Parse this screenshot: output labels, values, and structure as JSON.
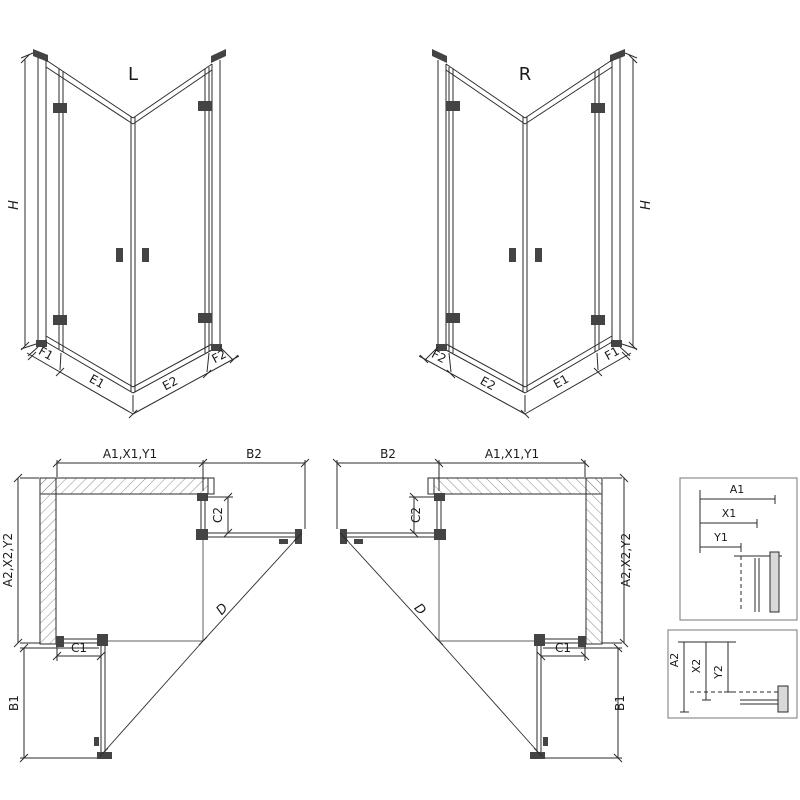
{
  "drawing": {
    "background_color": "#ffffff",
    "line_color": "#2b2b2b",
    "hardware_color": "#444444",
    "perspective_left": {
      "title": "L",
      "height_dim": "H",
      "dims": {
        "f1": "F1",
        "e1": "E1",
        "e2": "E2",
        "f2": "F2"
      }
    },
    "perspective_right": {
      "title": "R",
      "height_dim": "H",
      "dims": {
        "f1": "F1",
        "e1": "E1",
        "e2": "E2",
        "f2": "F2"
      }
    },
    "plan_left": {
      "width_dim": "A1,X1,Y1",
      "door_width_dim": "B2",
      "depth_dim": "A2,X2,Y2",
      "door_depth_dim": "B1",
      "fixed_bottom_dim": "C1",
      "fixed_side_dim": "C2",
      "diagonal_dim": "D"
    },
    "plan_right": {
      "width_dim": "A1,X1,Y1",
      "door_width_dim": "B2",
      "depth_dim": "A2,X2,Y2",
      "door_depth_dim": "B1",
      "fixed_bottom_dim": "C1",
      "fixed_side_dim": "C2",
      "diagonal_dim": "D"
    },
    "detail_profile_top": {
      "a1": "A1",
      "x1": "X1",
      "y1": "Y1"
    },
    "detail_profile_side": {
      "a2": "A2",
      "x2": "X2",
      "y2": "Y2"
    }
  }
}
